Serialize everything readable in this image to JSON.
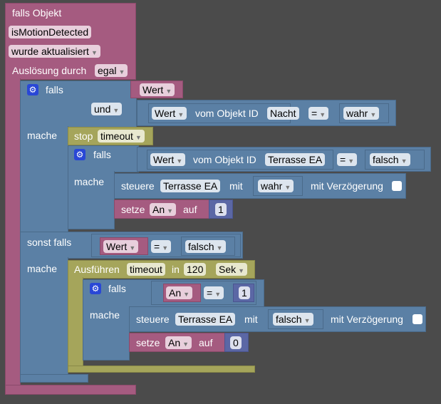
{
  "trigger": {
    "title": "falls Objekt",
    "object": "isMotionDetected",
    "condition": "wurde aktualisiert",
    "trigger_label": "Auslösung durch",
    "trigger_value": "egal"
  },
  "if1": {
    "falls": "falls",
    "mache": "mache",
    "sonst_falls": "sonst falls",
    "mache2": "mache",
    "wert1": "Wert",
    "und": "und",
    "cond": {
      "wert": "Wert",
      "label": "vom Objekt ID",
      "id": "Nacht",
      "op": "=",
      "value": "wahr"
    }
  },
  "stop": {
    "label": "stop",
    "name": "timeout"
  },
  "if2": {
    "falls": "falls",
    "mache": "mache",
    "cond": {
      "wert": "Wert",
      "label": "vom Objekt ID",
      "id": "Terrasse EA",
      "op": "=",
      "value": "falsch"
    }
  },
  "steuere1": {
    "label": "steuere",
    "device": "Terrasse EA",
    "mit": "mit",
    "value": "wahr",
    "delay": "mit Verzögerung"
  },
  "setze1": {
    "label": "setze",
    "var": "An",
    "auf": "auf",
    "value": "1"
  },
  "elseif": {
    "wert": "Wert",
    "op": "=",
    "value": "falsch"
  },
  "timeout": {
    "label": "Ausführen",
    "name": "timeout",
    "in": "in",
    "value": "120",
    "unit": "Sek"
  },
  "if3": {
    "falls": "falls",
    "mache": "mache",
    "var": "An",
    "op": "=",
    "value": "1"
  },
  "steuere2": {
    "label": "steuere",
    "device": "Terrasse EA",
    "mit": "mit",
    "value": "falsch",
    "delay": "mit Verzögerung"
  },
  "setze2": {
    "label": "setze",
    "var": "An",
    "auf": "auf",
    "value": "0"
  }
}
